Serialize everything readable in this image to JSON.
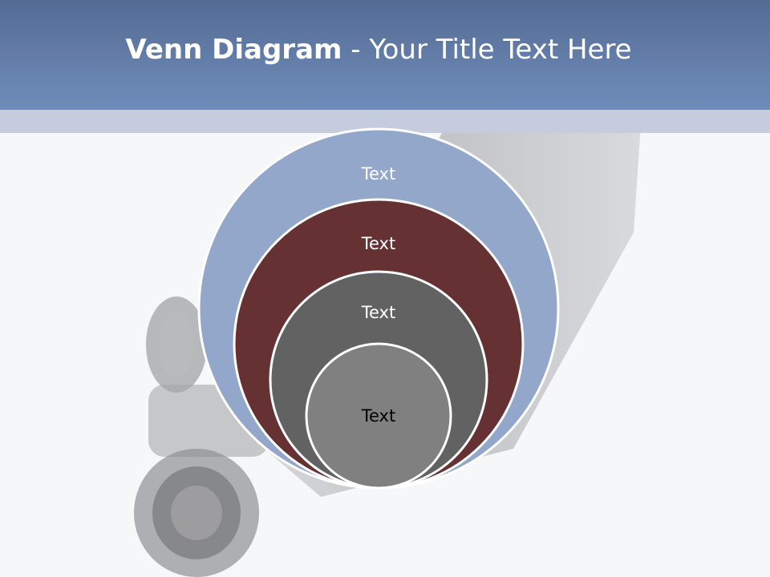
{
  "header": {
    "title_bold": "Venn Diagram",
    "title_rest": " - Your Title Text Here"
  },
  "diagram": {
    "type": "nested-circles",
    "circles": [
      {
        "label": "Text",
        "fill": "#92a7c9",
        "label_color": "#ffffff"
      },
      {
        "label": "Text",
        "fill": "#653132",
        "label_color": "#ffffff"
      },
      {
        "label": "Text",
        "fill": "#626262",
        "label_color": "#ffffff"
      },
      {
        "label": "Text",
        "fill": "#808080",
        "label_color": "#000000"
      }
    ],
    "outline_color": "#ffffff"
  },
  "colors": {
    "header_top": "#546c94",
    "header_bottom": "#6f8cba",
    "header_strip": "#c4ccdd",
    "background": "#f6f7f9"
  }
}
